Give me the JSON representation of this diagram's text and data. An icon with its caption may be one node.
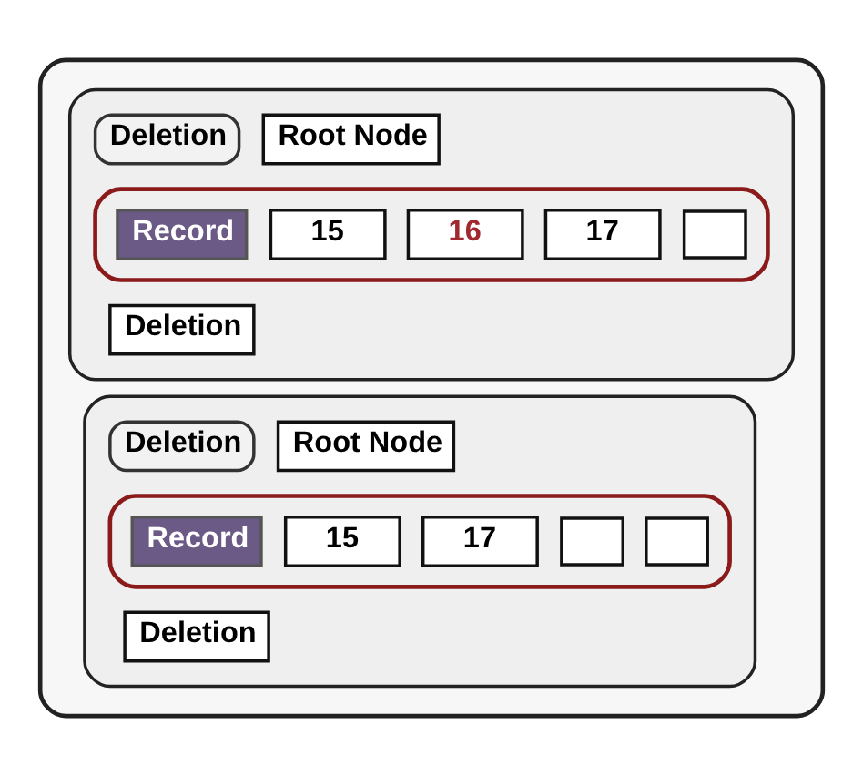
{
  "diagram": {
    "nodes": [
      {
        "text": [],
        "shape": "box"
      },
      {
        "text": [],
        "shape": "box",
        "in": 0
      },
      {
        "text": [
          "Deletion"
        ],
        "in": 1
      },
      {
        "text": [
          "Root Node"
        ],
        "in": 1
      },
      {
        "text": [],
        "shape": "box",
        "in": 1
      },
      {
        "text": [
          "Record"
        ],
        "in": 4
      },
      {
        "text": [
          "15"
        ],
        "in": 4
      },
      {
        "text": [
          "16"
        ],
        "in": 4
      },
      {
        "text": [
          "17"
        ],
        "in": 4
      },
      {
        "text": [],
        "shape": "box",
        "in": 4
      },
      {
        "text": [
          "Deletion"
        ],
        "in": 1
      },
      {
        "text": [],
        "shape": "box",
        "in": 0
      },
      {
        "text": [
          "Deletion"
        ],
        "in": 11
      },
      {
        "text": [
          "Root Node"
        ],
        "in": 11
      },
      {
        "text": [],
        "shape": "box",
        "in": 11
      },
      {
        "text": [
          "Record"
        ],
        "in": 14
      },
      {
        "text": [
          "15"
        ],
        "in": 14
      },
      {
        "text": [
          "17"
        ],
        "in": 14
      },
      {
        "text": [],
        "shape": "box",
        "in": 14
      },
      {
        "text": [],
        "shape": "box",
        "in": 14
      },
      {
        "text": [
          "Deletion"
        ],
        "in": 11
      }
    ],
    "edges": []
  }
}
